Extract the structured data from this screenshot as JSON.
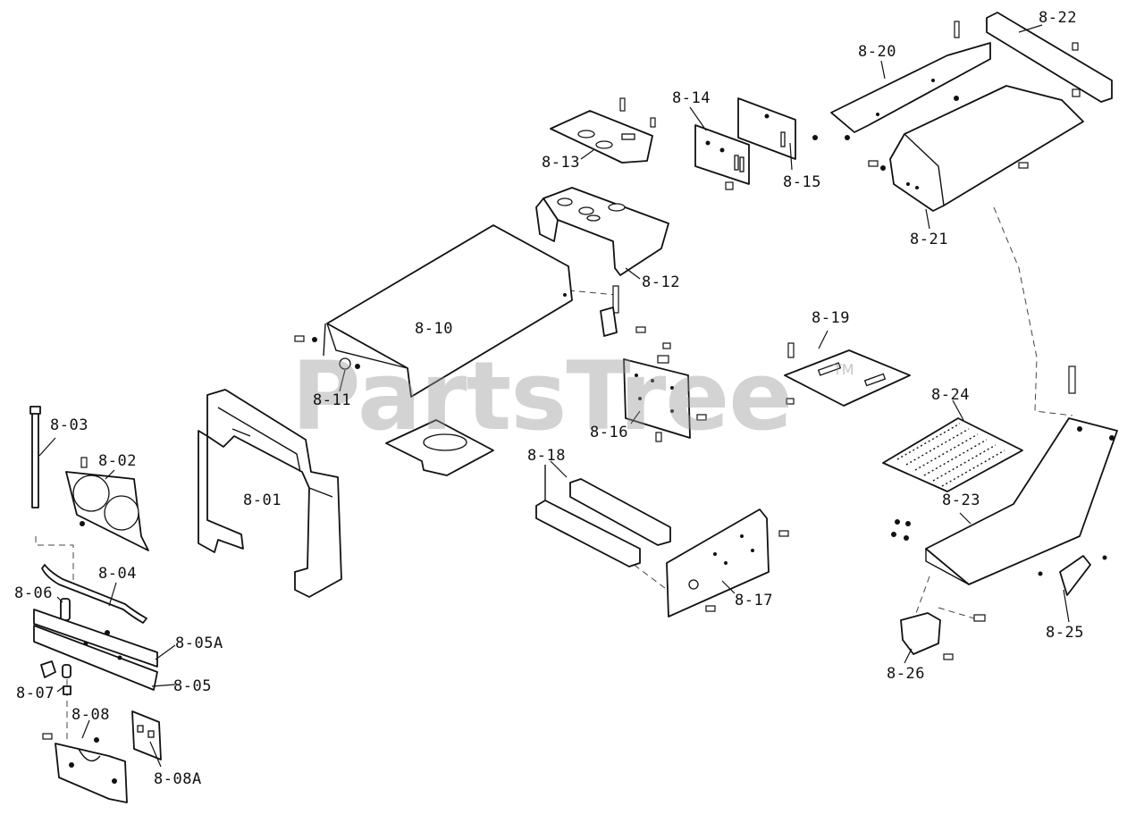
{
  "watermark": "PartsTree",
  "watermark_mark": "TM",
  "callouts": {
    "p8_01": "8-01",
    "p8_02": "8-02",
    "p8_03": "8-03",
    "p8_04": "8-04",
    "p8_05": "8-05",
    "p8_05A": "8-05A",
    "p8_06": "8-06",
    "p8_07": "8-07",
    "p8_08": "8-08",
    "p8_08A": "8-08A",
    "p8_10": "8-10",
    "p8_11": "8-11",
    "p8_12": "8-12",
    "p8_13": "8-13",
    "p8_14": "8-14",
    "p8_15": "8-15",
    "p8_16": "8-16",
    "p8_17": "8-17",
    "p8_18": "8-18",
    "p8_19": "8-19",
    "p8_20": "8-20",
    "p8_21": "8-21",
    "p8_22": "8-22",
    "p8_23": "8-23",
    "p8_24": "8-24",
    "p8_25": "8-25",
    "p8_26": "8-26"
  }
}
